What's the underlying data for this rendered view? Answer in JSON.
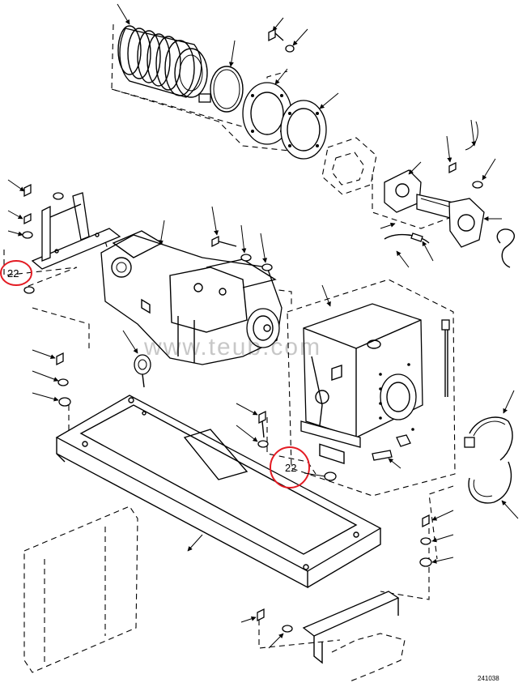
{
  "callouts": [
    {
      "id": "callout-22-left",
      "label": "22"
    },
    {
      "id": "callout-22-center",
      "label": "22"
    }
  ],
  "figure_id": "241038",
  "watermark": "www.teub.com",
  "colors": {
    "line": "#000000",
    "background": "#ffffff",
    "callout_ring": "#e31b23"
  }
}
